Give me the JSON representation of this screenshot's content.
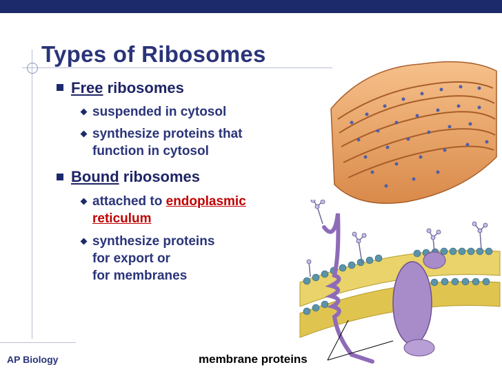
{
  "slide": {
    "title": "Types of Ribosomes",
    "bullets": [
      {
        "lead": "Free",
        "rest": " ribosomes",
        "subs": [
          "suspended in cytosol",
          "synthesize proteins that",
          "function in cytosol"
        ]
      },
      {
        "lead": "Bound",
        "rest": " ribosomes",
        "subs": [
          "attached to ",
          "endoplasmic",
          "reticulum",
          "synthesize proteins",
          "for export or",
          "for membranes"
        ]
      }
    ],
    "footer": "AP Biology",
    "caption": "membrane proteins"
  },
  "colors": {
    "title": "#2a3479",
    "accent_red": "#c00000",
    "bar": "#1c2a6b"
  }
}
